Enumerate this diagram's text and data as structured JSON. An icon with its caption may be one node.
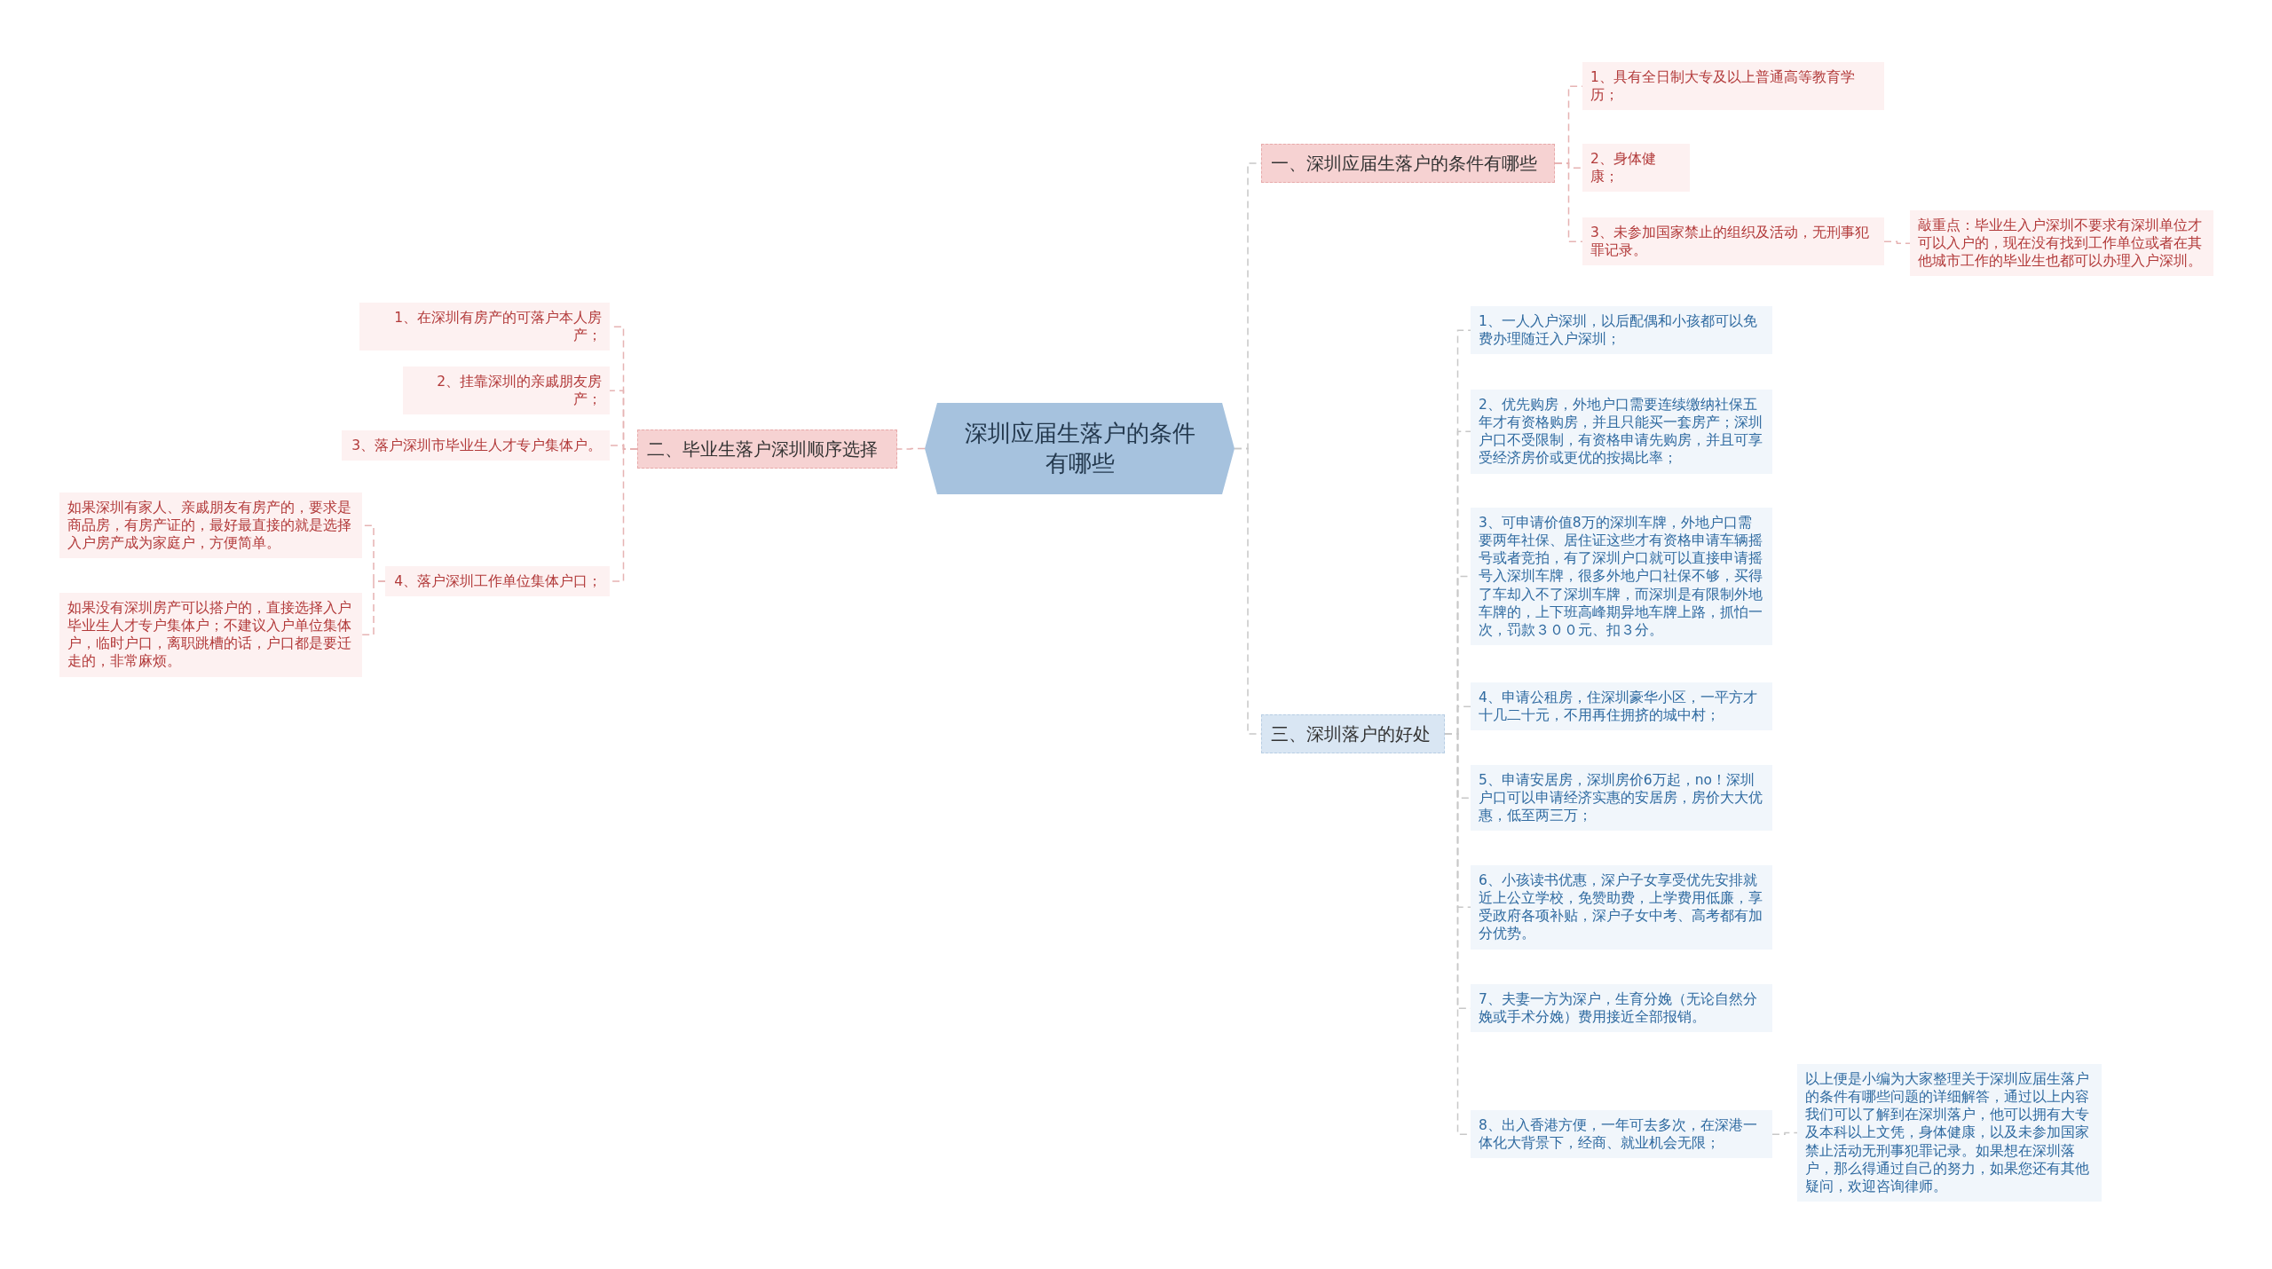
{
  "diagram": {
    "nodes": [
      {
        "text": [
          "深圳应届生落户的条件有哪些"
        ]
      },
      {
        "text": [
          "一、深圳应届生落户的条件有哪些"
        ]
      },
      {
        "text": [
          "1、具有全日制大专及以上普通高等教育学历；"
        ]
      },
      {
        "text": [
          "2、身体健康；"
        ]
      },
      {
        "text": [
          "3、未参加国家禁止的组织及活动，无刑事犯罪记录。"
        ]
      },
      {
        "text": [
          "敲重点：毕业生入户深圳不要求有深圳单位才可以入户的，现在没有找到工作单位或者在其他城市工作的毕业生也都可以办理入户深圳。"
        ]
      },
      {
        "text": [
          "二、毕业生落户深圳顺序选择"
        ]
      },
      {
        "text": [
          "1、在深圳有房产的可落户本人房产；"
        ]
      },
      {
        "text": [
          "2、挂靠深圳的亲戚朋友房产；"
        ]
      },
      {
        "text": [
          "3、落户深圳市毕业生人才专户集体户。"
        ]
      },
      {
        "text": [
          "4、落户深圳工作单位集体户口；"
        ]
      },
      {
        "text": [
          "如果深圳有家人、亲戚朋友有房产的，要求是商品房，有房产证的，最好最直接的就是选择入户房产成为家庭户，方便简单。"
        ]
      },
      {
        "text": [
          "如果没有深圳房产可以搭户的，直接选择入户毕业生人才专户集体户；不建议入户单位集体户，临时户口，离职跳槽的话，户口都是要迁走的，非常麻烦。"
        ]
      },
      {
        "text": [
          "三、深圳落户的好处"
        ]
      },
      {
        "text": [
          "1、一人入户深圳，以后配偶和小孩都可以免费办理随迁入户深圳；"
        ]
      },
      {
        "text": [
          "2、优先购房，外地户口需要连续缴纳社保五年才有资格购房，并且只能买一套房产；深圳户口不受限制，有资格申请先购房，并且可享受经济房价或更优的按揭比率；"
        ]
      },
      {
        "text": [
          "3、可申请价值8万的深圳车牌，外地户口需要两年社保、居住证这些才有资格申请车辆摇号或者竞拍，有了深圳户口就可以直接申请摇号入深圳车牌，很多外地户口社保不够，买得了车却入不了深圳车牌，而深圳是有限制外地车牌的，上下班高峰期异地车牌上路，抓怕一次，罚款３００元、扣３分。"
        ]
      },
      {
        "text": [
          "4、申请公租房，住深圳豪华小区，一平方才十几二十元，不用再住拥挤的城中村；"
        ]
      },
      {
        "text": [
          "5、申请安居房，深圳房价6万起，no！深圳户口可以申请经济实惠的安居房，房价大大优惠，低至两三万；"
        ]
      },
      {
        "text": [
          "6、小孩读书优惠，深户子女享受优先安排就近上公立学校，免赞助费，上学费用低廉，享受政府各项补贴，深户子女中考、高考都有加分优势。"
        ]
      },
      {
        "text": [
          "7、夫妻一方为深户，生育分娩（无论自然分娩或手术分娩）费用接近全部报销。"
        ]
      },
      {
        "text": [
          "8、出入香港方便，一年可去多次，在深港一体化大背景下，经商、就业机会无限；"
        ]
      },
      {
        "text": [
          "以上便是小编为大家整理关于深圳应届生落户的条件有哪些问题的详细解答，通过以上内容我们可以了解到在深圳落户，他可以拥有大专及本科以上文凭，身体健康，以及未参加国家禁止活动无刑事犯罪记录。如果想在深圳落户，那么得通过自己的努力，如果您还有其他疑问，欢迎咨询律师。"
        ]
      }
    ],
    "edges": [
      {
        "from": 0,
        "to": 1,
        "arrow": "none",
        "style": "dashed"
      },
      {
        "from": 1,
        "to": 2,
        "arrow": "none",
        "style": "dashed",
        "color": "#e6b3b3"
      },
      {
        "from": 1,
        "to": 3,
        "arrow": "none",
        "style": "dashed",
        "color": "#e6b3b3"
      },
      {
        "from": 1,
        "to": 4,
        "arrow": "none",
        "style": "dashed",
        "color": "#e6b3b3"
      },
      {
        "from": 4,
        "to": 5,
        "arrow": "none",
        "style": "dashed",
        "color": "#e6b3b3"
      },
      {
        "from": 0,
        "to": 6,
        "arrow": "none",
        "style": "dashed",
        "color": "#e6b3b3"
      },
      {
        "from": 6,
        "to": 7,
        "arrow": "none",
        "style": "dashed",
        "color": "#e6b3b3"
      },
      {
        "from": 6,
        "to": 8,
        "arrow": "none",
        "style": "dashed",
        "color": "#e6b3b3"
      },
      {
        "from": 6,
        "to": 9,
        "arrow": "none",
        "style": "dashed",
        "color": "#e6b3b3"
      },
      {
        "from": 6,
        "to": 10,
        "arrow": "none",
        "style": "dashed",
        "color": "#e6b3b3"
      },
      {
        "from": 10,
        "to": 11,
        "arrow": "none",
        "style": "dashed",
        "color": "#e6b3b3"
      },
      {
        "from": 10,
        "to": 12,
        "arrow": "none",
        "style": "dashed",
        "color": "#e6b3b3"
      },
      {
        "from": 0,
        "to": 13,
        "arrow": "none",
        "style": "dashed"
      },
      {
        "from": 13,
        "to": 14,
        "arrow": "none",
        "style": "dashed"
      },
      {
        "from": 13,
        "to": 15,
        "arrow": "none",
        "style": "dashed"
      },
      {
        "from": 13,
        "to": 16,
        "arrow": "none",
        "style": "dashed"
      },
      {
        "from": 13,
        "to": 17,
        "arrow": "none",
        "style": "dashed"
      },
      {
        "from": 13,
        "to": 18,
        "arrow": "none",
        "style": "dashed"
      },
      {
        "from": 13,
        "to": 19,
        "arrow": "none",
        "style": "dashed"
      },
      {
        "from": 13,
        "to": 20,
        "arrow": "none",
        "style": "dashed"
      },
      {
        "from": 13,
        "to": 21,
        "arrow": "none",
        "style": "dashed"
      },
      {
        "from": 21,
        "to": 22,
        "arrow": "none",
        "style": "dashed"
      }
    ]
  }
}
